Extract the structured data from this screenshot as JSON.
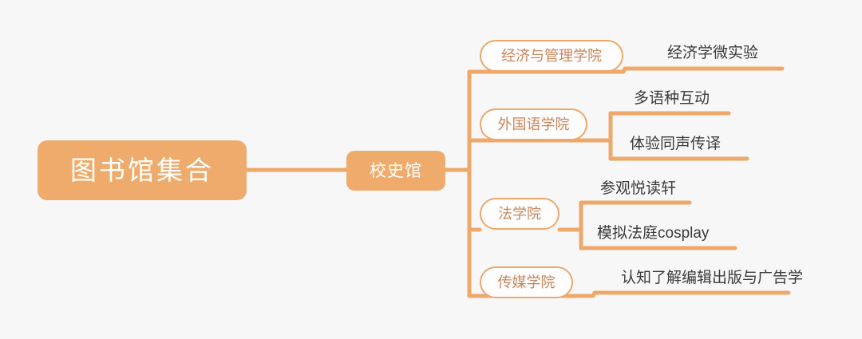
{
  "diagram": {
    "type": "mindmap",
    "title": "图书馆集合",
    "background_color": "#f7f7f7",
    "colors": {
      "node_fill": "#efab6b",
      "node_text": "#ffffff",
      "pill_fill": "#fdfdfd",
      "pill_border": "#eda86a",
      "pill_text": "#c9855a",
      "connector": "#eda86a",
      "leaf_text": "#3a3a3a"
    },
    "root": {
      "label": "图书馆集合"
    },
    "level2": {
      "label": "校史馆"
    },
    "branches": [
      {
        "label": "经济与管理学院",
        "leaves": [
          {
            "label": "经济学微实验"
          }
        ]
      },
      {
        "label": "外国语学院",
        "leaves": [
          {
            "label": "多语种互动"
          },
          {
            "label": "体验同声传译"
          }
        ]
      },
      {
        "label": "法学院",
        "leaves": [
          {
            "label": "参观悦读轩"
          },
          {
            "label": "模拟法庭cosplay"
          }
        ]
      },
      {
        "label": "传媒学院",
        "leaves": [
          {
            "label": "认知了解编辑出版与广告学"
          }
        ]
      }
    ]
  }
}
